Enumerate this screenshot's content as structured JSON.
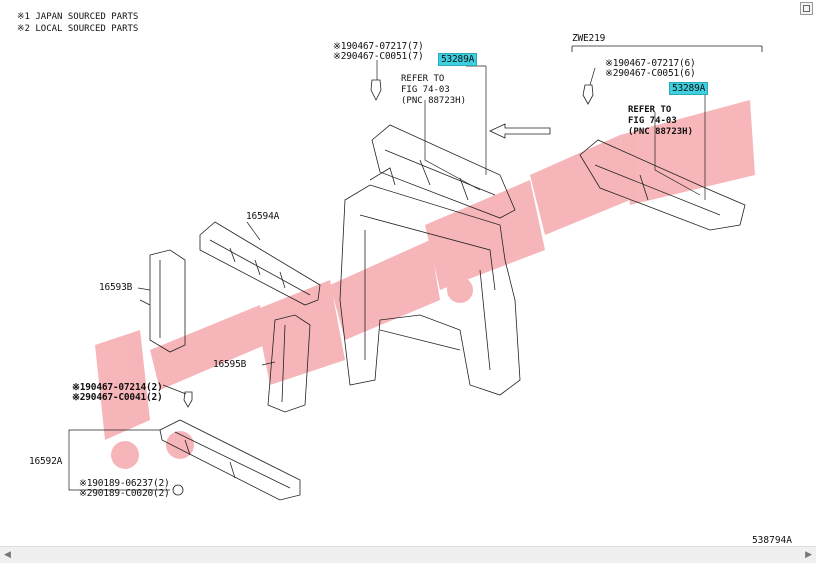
{
  "notes": {
    "japan": "※1 JAPAN SOURCED PARTS",
    "local": "※2 LOCAL SOURCED PARTS"
  },
  "callouts": {
    "top_clip_1": "※190467-07217(7)",
    "top_clip_2": "※290467-C0051(7)",
    "part_53289A_left": "53289A",
    "refer_left": "REFER TO\nFIG 74-03\n(PNC 88723H)",
    "variant": "ZWE219",
    "right_clip_1": "※190467-07217(6)",
    "right_clip_2": "※290467-C0051(6)",
    "part_53289A_right": "53289A",
    "refer_right": "REFER TO\nFIG 74-03\n(PNC 88723H)",
    "part_16594A": "16594A",
    "part_16593B": "16593B",
    "part_16595B": "16595B",
    "mid_clip_1": "※190467-07214(2)",
    "mid_clip_2": "※290467-C0041(2)",
    "part_16592A": "16592A",
    "bottom_clip_1": "※190189-06237(2)",
    "bottom_clip_2": "※290189-C0020(2)"
  },
  "document_code": "538794A",
  "colors": {
    "highlight": "#3fd0e0",
    "watermark": "#f08080"
  },
  "scrollbar": {
    "left_arrow": "◀",
    "right_arrow": "▶"
  }
}
